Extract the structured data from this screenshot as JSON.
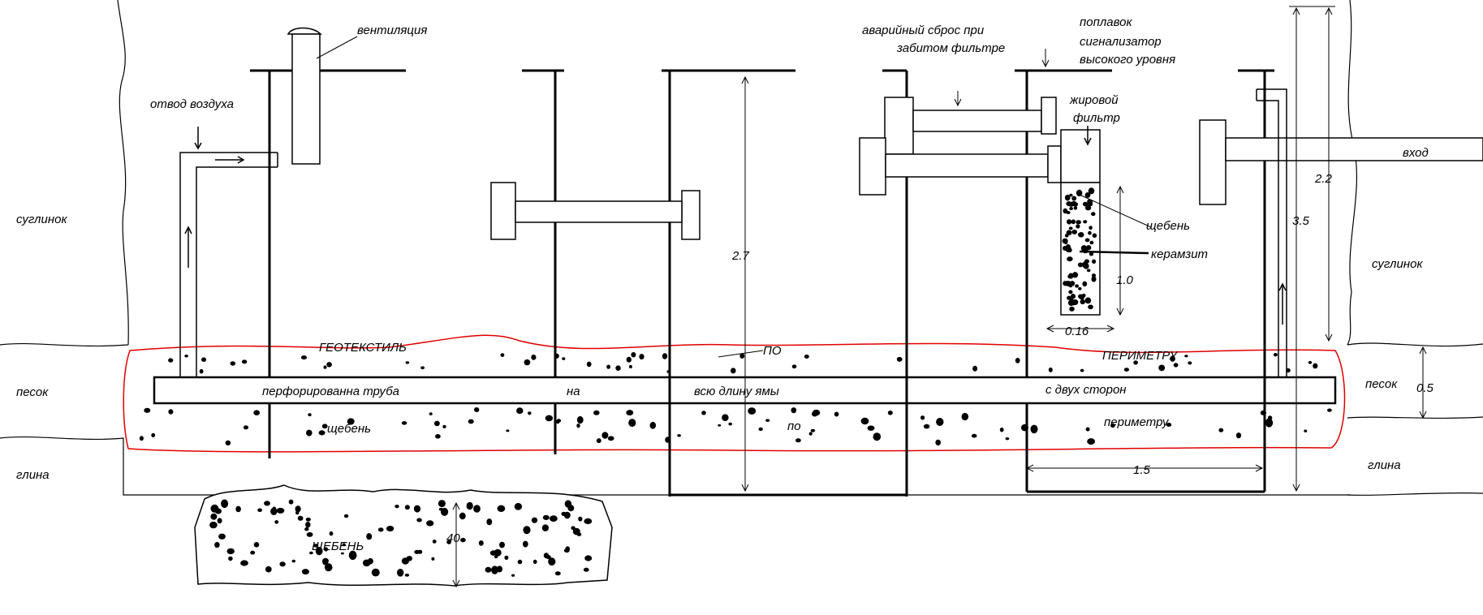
{
  "soil": {
    "loam_left": "суглинок",
    "loam_right": "суглинок",
    "sand_left": "песок",
    "sand_right": "песок",
    "clay_left": "глина",
    "clay_right": "глина"
  },
  "labels": {
    "ventilation": "вентиляция",
    "air_outlet": "отвод воздуха",
    "emergency_line1": "аварийный сброс при",
    "emergency_line2": "забитом фильтре",
    "float_line1": "поплавок",
    "float_line2": "сигнализатор",
    "float_line3": "высокого уровня",
    "grease_line1": "жировой",
    "grease_line2": "фильтр",
    "inlet": "вход",
    "gravel_filter": "щебень",
    "expanded_clay": "керамзит",
    "geotextile": "ГЕОТЕКСТИЛЬ",
    "along": "ПО",
    "perimeter_caps": "ПЕРИМЕТРУ",
    "perforated_pipe": "перфорированна труба",
    "on": "на",
    "full_length": "всю длину ямы",
    "both_sides": "с двух сторон",
    "gravel_bed": "щебень",
    "along_lower": "по",
    "perimeter_lower": "периметру",
    "gravel_pit": "ЩЕБЕНЬ"
  },
  "dimensions": {
    "depth_tank": "2.7",
    "filter_height": "1.0",
    "filter_width": "0.16",
    "tank_width": "1.5",
    "total_depth": "3.5",
    "inlet_depth": "2.2",
    "sand_layer": "0.5",
    "pit_depth": "40"
  },
  "colors": {
    "geotextile_outline": "#e00000",
    "ink": "#000000"
  }
}
